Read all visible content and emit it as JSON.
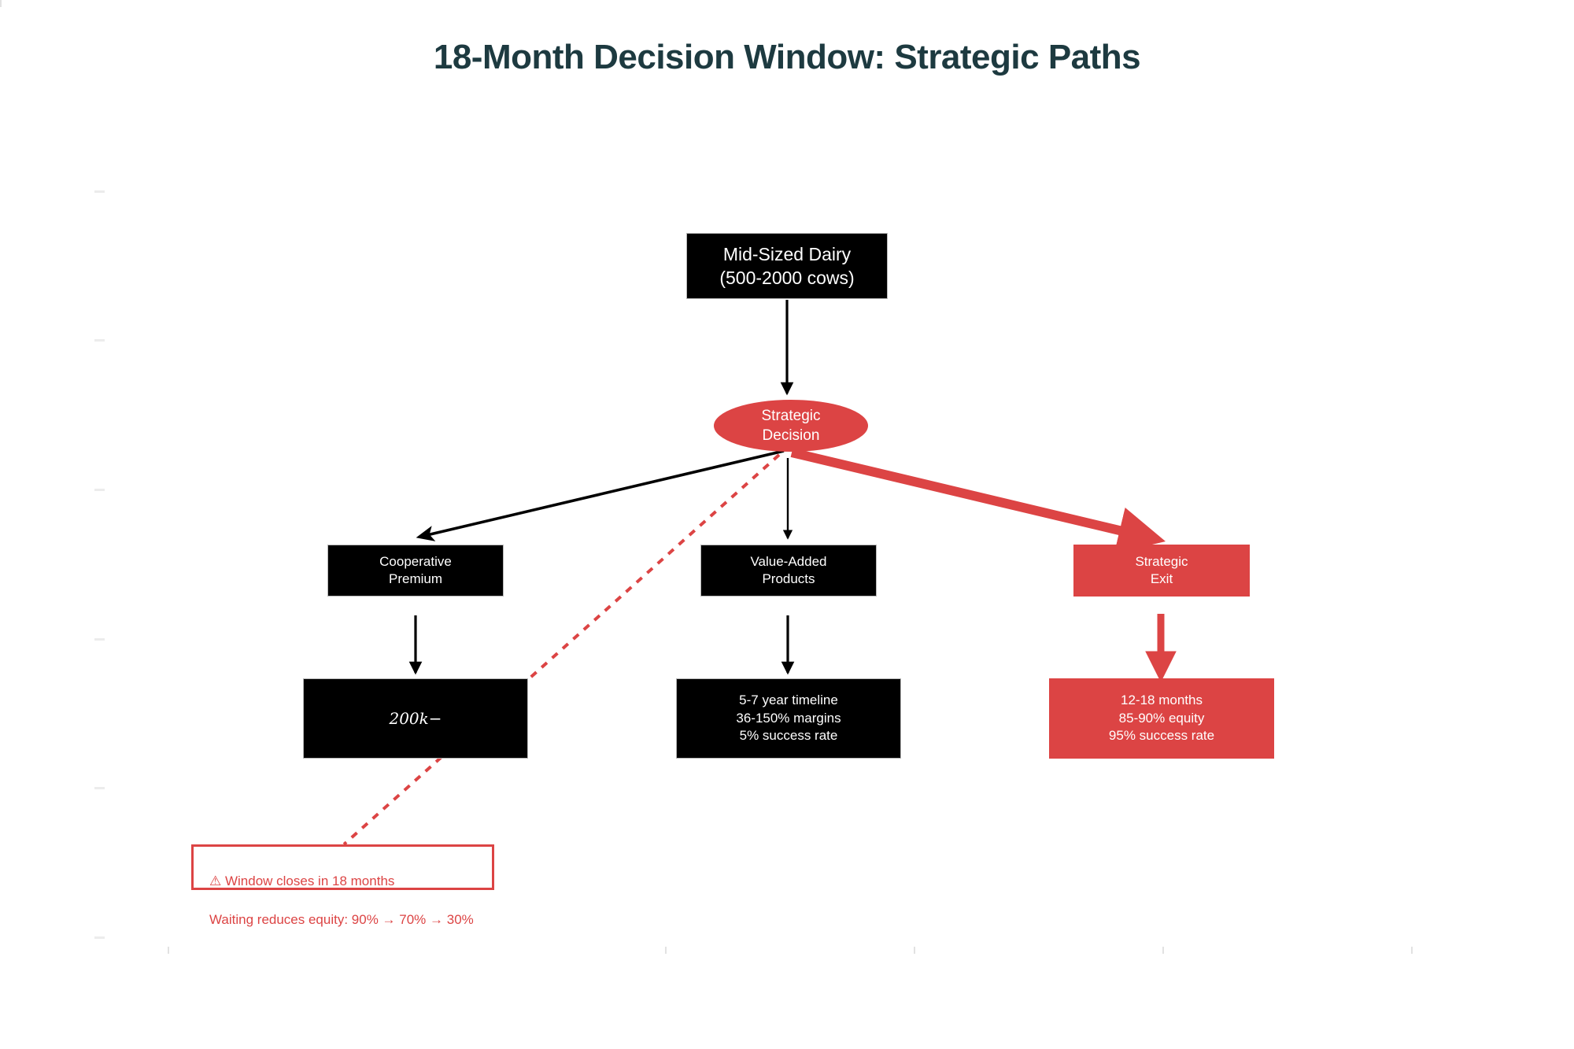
{
  "title": "18-Month Decision Window: Strategic Paths",
  "colors": {
    "title": "#1d3a40",
    "accent_red": "#dc4444",
    "node_black": "#000000",
    "node_text": "#ffffff",
    "background": "#ffffff"
  },
  "nodes": {
    "root": {
      "label": "Mid-Sized Dairy\n(500-2000 cows)",
      "style": "black"
    },
    "decision": {
      "label": "Strategic\nDecision",
      "style": "red-ellipse"
    },
    "path_coop": {
      "label": "Cooperative\nPremium",
      "style": "black"
    },
    "path_value": {
      "label": "Value-Added\nProducts",
      "style": "black"
    },
    "path_exit": {
      "label": "Strategic\nExit",
      "style": "red"
    },
    "coop_detail": {
      "label": "200k−",
      "style": "black"
    },
    "value_detail": {
      "label": "5-7 year timeline\n36-150% margins\n5% success rate",
      "style": "black"
    },
    "exit_detail": {
      "label": "12-18 months\n85-90% equity\n95% success rate",
      "style": "red"
    }
  },
  "warning": {
    "icon": "warning-triangle-icon",
    "line1": "⚠ Window closes in 18 months",
    "line2": "Waiting reduces equity: 90% → 70% → 30%"
  },
  "edges": [
    {
      "name": "root-to-decision",
      "from": "root",
      "to": "decision",
      "style": "solid-black"
    },
    {
      "name": "decision-to-coop",
      "from": "decision",
      "to": "path_coop",
      "style": "solid-black"
    },
    {
      "name": "decision-to-value",
      "from": "decision",
      "to": "path_value",
      "style": "solid-black-thin"
    },
    {
      "name": "decision-to-exit",
      "from": "decision",
      "to": "path_exit",
      "style": "thick-red"
    },
    {
      "name": "coop-to-detail",
      "from": "path_coop",
      "to": "coop_detail",
      "style": "solid-black-thin"
    },
    {
      "name": "value-to-detail",
      "from": "path_value",
      "to": "value_detail",
      "style": "solid-black-thin"
    },
    {
      "name": "exit-to-detail",
      "from": "path_exit",
      "to": "exit_detail",
      "style": "thick-red"
    },
    {
      "name": "decision-to-warning",
      "from": "decision",
      "to": "warning",
      "style": "dashed-red"
    }
  ]
}
